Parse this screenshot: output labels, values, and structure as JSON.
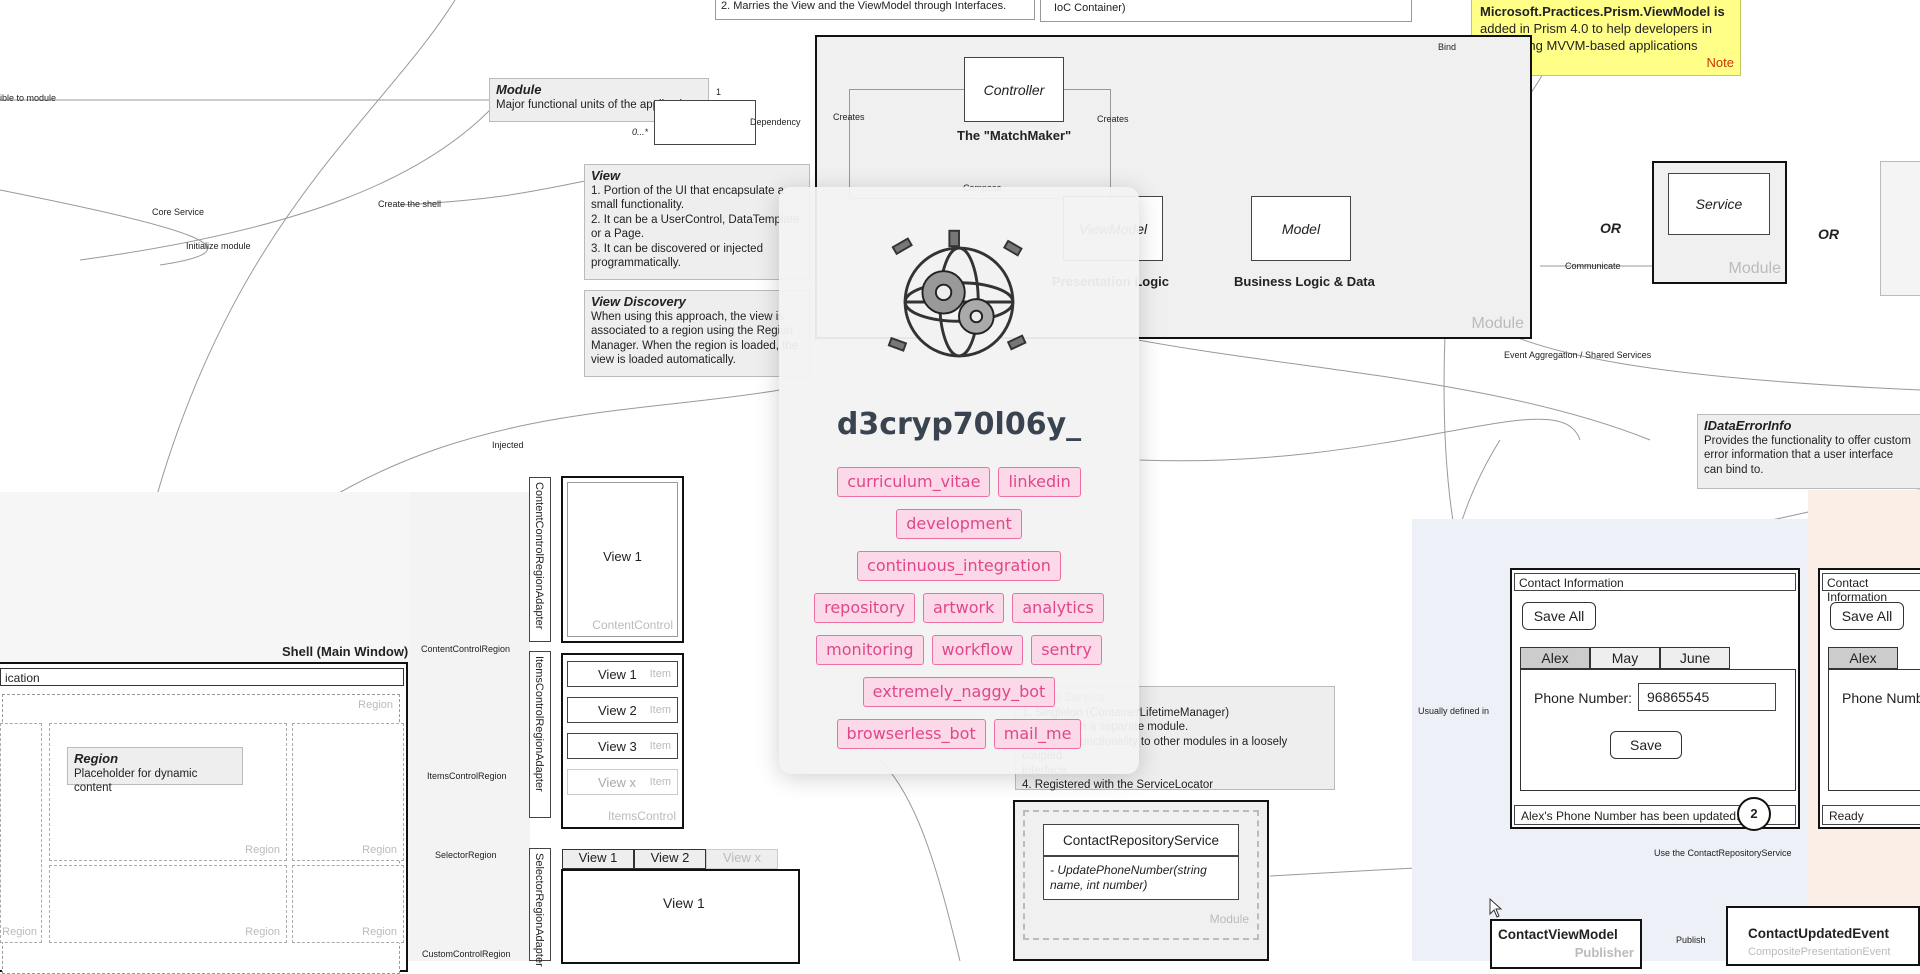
{
  "diagram": {
    "top_text_1": "2. Marries the View and the ViewModel through Interfaces.",
    "top_text_2": "IoC Container)",
    "note_yellow": {
      "text": "added in Prism 4.0 to help developers in developing MVVM-based applications",
      "first_line": "Microsoft.Practices.Prism.ViewModel is",
      "label": "Note"
    },
    "bind_label": "Bind",
    "controller": "Controller",
    "matchmaker": "The \"MatchMaker\"",
    "creates_1": "Creates",
    "creates_2": "Creates",
    "compose": "Compose",
    "viewmodel": "ViewModel",
    "presentation_logic": "Presentation Logic",
    "model": "Model",
    "business_logic": "Business Logic & Data",
    "module_watermark": "Module",
    "or_1": "OR",
    "or_2": "OR",
    "service": "Service",
    "service_module": "Module",
    "communicate": "Communicate",
    "event_aggregation": "Event Aggregation / Shared Services",
    "visible_to_module": "ible to module",
    "core_service": "Core Service",
    "initialize_module": "Initialize module",
    "create_shell": "Create the shell",
    "module_note": {
      "title": "Module",
      "text": "Major functional units of the application"
    },
    "mult_1": "1",
    "mult_0n": "0...*",
    "dependency": "Dependency",
    "view_note": {
      "title": "View",
      "items": [
        "1. Portion of the UI that encapsulate a",
        "small functionality.",
        "2. It can be a UserControl, DataTemplate",
        "or a Page.",
        "3. It can be discovered or injected",
        "programmatically."
      ]
    },
    "view_discovery": {
      "title": "View Discovery",
      "lines": [
        "When using this approach, the view is",
        "associated to a region using the Region",
        "Manager. When the region is loaded, the",
        "view is loaded automatically."
      ]
    },
    "injected": "Injected",
    "idataerror": {
      "title": "IDataErrorInfo",
      "lines": [
        "Provides the functionality to offer custom",
        "error information that a user interface",
        "can bind to."
      ]
    },
    "content_control_adapter": "ContentControlRegionAdapter",
    "items_control_adapter": "ItemsControlRegionAdapter",
    "selector_adapter": "SelectorRegionAdapter",
    "view_1": "View 1",
    "content_control": "ContentControl",
    "items": [
      "View 1",
      "View 2",
      "View 3",
      "View x"
    ],
    "item_label": "Item",
    "items_control": "ItemsControl",
    "selector_tabs": [
      "View 1",
      "View 2",
      "View x"
    ],
    "selector_view": "View 1",
    "shell_title": "Shell (Main Window)",
    "application": "ication",
    "region_label": "Region",
    "region_note": {
      "title": "Region",
      "text": "Placeholder for dynamic content"
    },
    "content_control_region": "ContentControlRegion",
    "items_control_region": "ItemsControlRegion",
    "selector_region": "SelectorRegion",
    "custom_control_region": "CustomControlRegion",
    "shared_service_lines": [
      "Shared Service",
      "1. Singleton (ContainerLifetimeManager)",
      "2. Defined in a separate module.",
      "3. Provide functionality to other modules in a loosely coupled",
      "interface.",
      "4. Registered with the ServiceLocator"
    ],
    "contact_repo_service": "ContactRepositoryService",
    "update_phone": "- UpdatePhoneNumber(string name, int number)",
    "repo_module": "Module",
    "usually_defined_in": "Usually defined in",
    "use_contact_repo": "Use the ContactRepositoryService",
    "contact_info_1": {
      "title": "Contact Information",
      "save_all": "Save All",
      "tabs": [
        "Alex",
        "May",
        "June"
      ],
      "phone_label": "Phone Number:",
      "phone_value": "96865545",
      "save": "Save",
      "status": "Alex's Phone Number has been updated."
    },
    "badge_2": "2",
    "contact_info_2": {
      "title": "Contact Information",
      "save_all": "Save All",
      "tabs": [
        "Alex"
      ],
      "phone_label": "Phone Number",
      "status": "Ready"
    },
    "contact_view_model": "ContactViewModel",
    "publisher": "Publisher",
    "publish": "Publish",
    "contact_updated_event": "ContactUpdatedEvent",
    "composite_presentation_event": "CompositePresentationEvent"
  },
  "card": {
    "logo_icon": "satellite-globe-gear-logo",
    "title": "d3cryp70l06y_",
    "tags": [
      "curriculum_vitae",
      "linkedin",
      "development",
      "continuous_integration",
      "repository",
      "artwork",
      "analytics",
      "monitoring",
      "workflow",
      "sentry",
      "extremely_naggy_bot",
      "browserless_bot",
      "mail_me"
    ]
  },
  "colors": {
    "tag_text": "#e0478a",
    "tag_bg": "#fbd9e8",
    "tag_border": "#ee6fa4",
    "note_yellow": "#ffff88",
    "title": "#3a4450"
  }
}
